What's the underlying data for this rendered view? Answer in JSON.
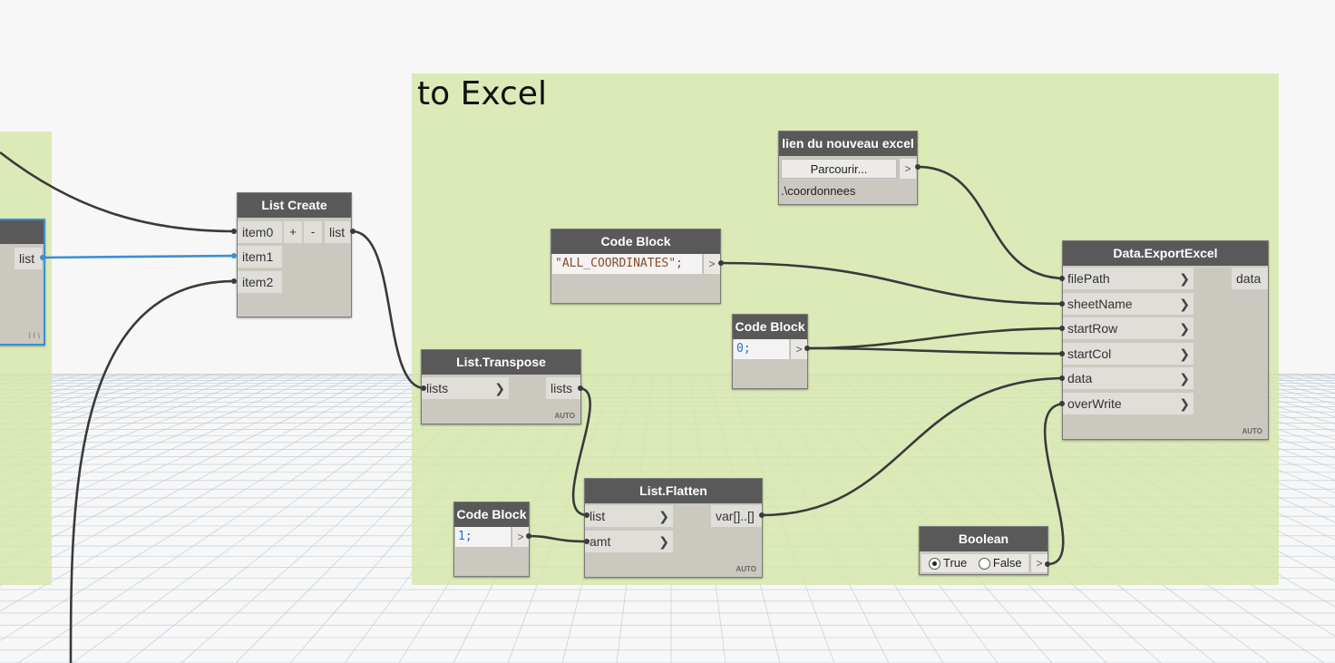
{
  "group": {
    "title": "to Excel"
  },
  "nodes": {
    "list_create": {
      "title": "List Create",
      "inputs": [
        "item0",
        "item1",
        "item2"
      ],
      "output": "list",
      "add_label": "+",
      "remove_label": "-"
    },
    "left_partial": {
      "output": "list",
      "footer": "I I \\"
    },
    "lien_excel": {
      "title": "lien du nouveau excel",
      "button_label": "Parcourir...",
      "output": ">",
      "path_value": ".\\coordonnees"
    },
    "code_block_sheet": {
      "title": "Code Block",
      "code": "\"ALL_COORDINATES\";",
      "output": ">"
    },
    "code_block_zero": {
      "title": "Code Block",
      "code": "0;",
      "output": ">"
    },
    "code_block_one": {
      "title": "Code Block",
      "code": "1;",
      "output": ">"
    },
    "export_excel": {
      "title": "Data.ExportExcel",
      "inputs": [
        "filePath",
        "sheetName",
        "startRow",
        "startCol",
        "data",
        "overWrite"
      ],
      "output": "data",
      "lacing": "AUTO"
    },
    "list_transpose": {
      "title": "List.Transpose",
      "input": "lists",
      "output": "lists",
      "lacing": "AUTO"
    },
    "list_flatten": {
      "title": "List.Flatten",
      "inputs": [
        "list",
        "amt"
      ],
      "output": "var[]..[]",
      "lacing": "AUTO"
    },
    "boolean": {
      "title": "Boolean",
      "true_label": "True",
      "false_label": "False",
      "selected": "True",
      "output": ">"
    }
  },
  "colors": {
    "group_bg": "#d6e6aa",
    "node_header": "#595959",
    "node_body": "#cbc8bf",
    "wire": "#3a3a3a",
    "selected_wire": "#3b8fd6"
  }
}
